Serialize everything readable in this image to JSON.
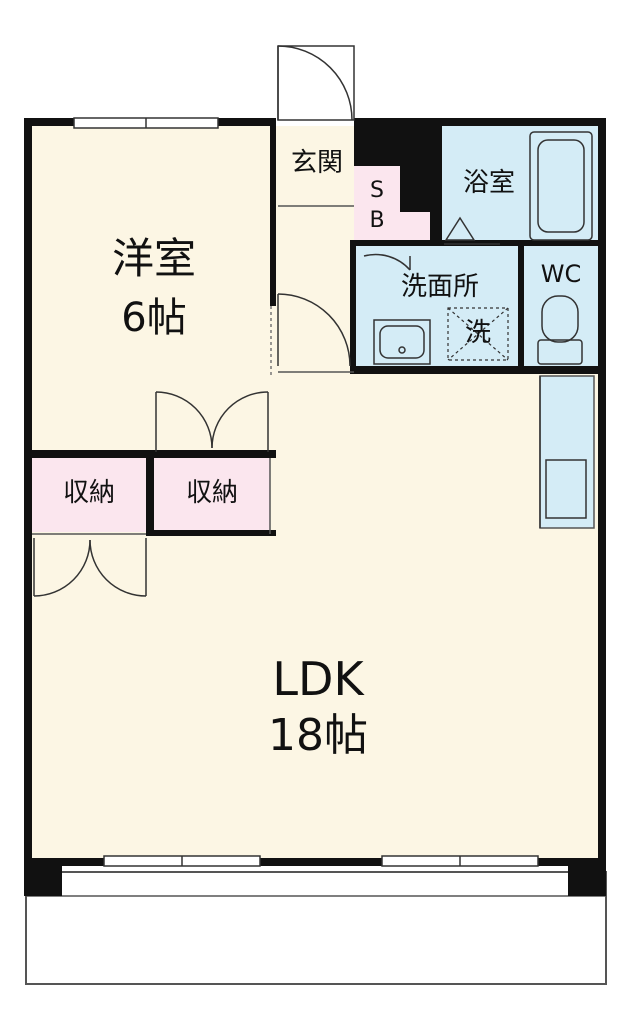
{
  "colors": {
    "wall": "#111111",
    "room_cream": "#fcf6e4",
    "wet_blue": "#d4ecf6",
    "storage_pink": "#fbe6ee",
    "line": "#222222",
    "balcony_line": "#555555"
  },
  "rooms": {
    "western": {
      "name": "洋室",
      "size": "6帖"
    },
    "entrance": {
      "name": "玄関"
    },
    "shoebox": {
      "line1": "S",
      "line2": "B"
    },
    "bath": {
      "name": "浴室"
    },
    "washroom": {
      "name": "洗面所"
    },
    "washer": {
      "name": "洗"
    },
    "toilet": {
      "name": "WC"
    },
    "storage_left": {
      "name": "収納"
    },
    "storage_right": {
      "name": "収納"
    },
    "ldk": {
      "name": "LDK",
      "size": "18帖"
    }
  }
}
